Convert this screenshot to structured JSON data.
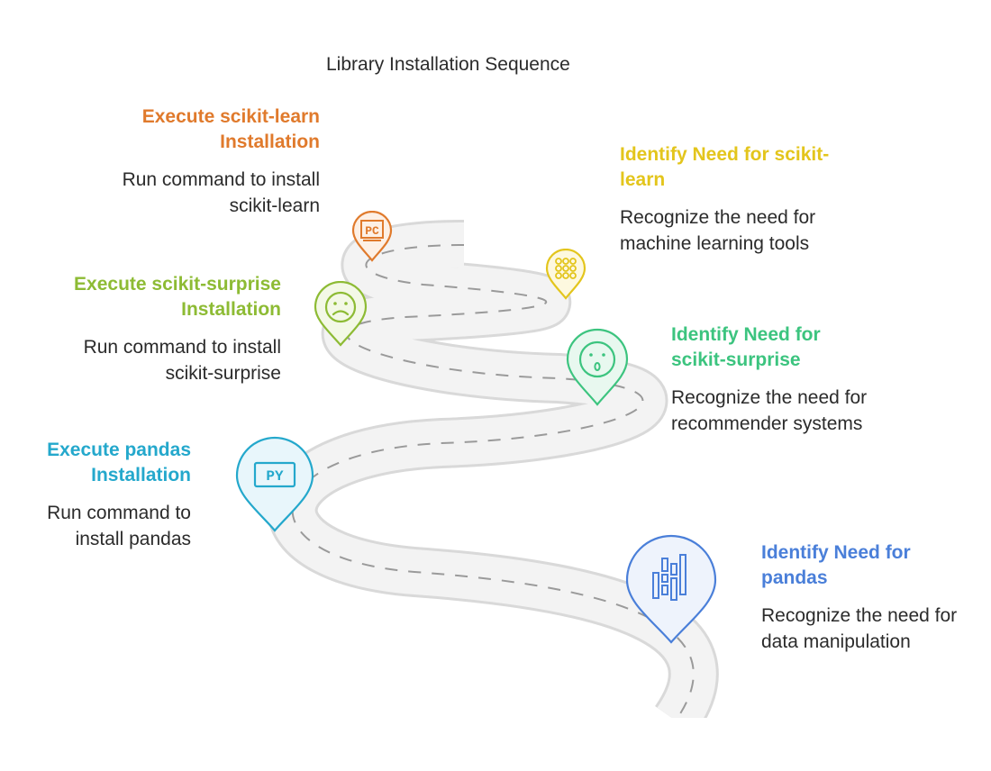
{
  "title": "Library Installation Sequence",
  "steps": [
    {
      "heading": "Execute scikit-learn Installation",
      "description": "Run command to install scikit-learn",
      "color": "#e07a2c",
      "icon": "pc-icon"
    },
    {
      "heading": "Identify Need for scikit-learn",
      "description": "Recognize the need for machine learning tools",
      "color": "#e3c51c",
      "icon": "grid-dots-icon"
    },
    {
      "heading": "Execute scikit-surprise Installation",
      "description": "Run command to install scikit-surprise",
      "color": "#8dbb34",
      "icon": "frown-face-icon"
    },
    {
      "heading": "Identify Need for scikit-surprise",
      "description": "Recognize the need for recommender systems",
      "color": "#3cc47f",
      "icon": "surprised-face-icon"
    },
    {
      "heading": "Execute pandas Installation",
      "description": "Run command to install pandas",
      "color": "#24a8cc",
      "icon": "py-icon"
    },
    {
      "heading": "Identify Need for pandas",
      "description": "Recognize the need for data manipulation",
      "color": "#4a7fd9",
      "icon": "data-bars-icon"
    }
  ],
  "pins": {
    "pc_label": "PC",
    "py_label": "PY"
  }
}
